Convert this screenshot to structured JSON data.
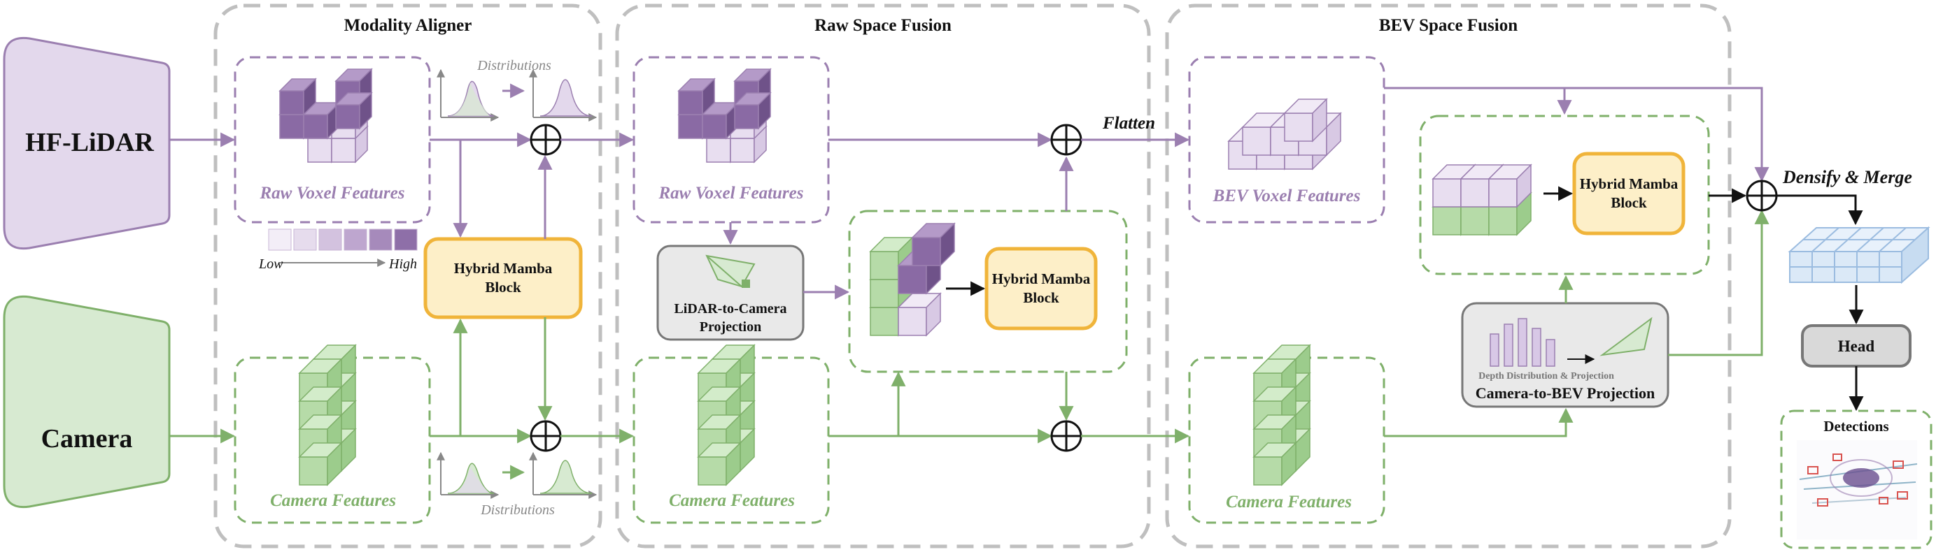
{
  "inputs": {
    "lidar": "HF-LiDAR",
    "camera": "Camera"
  },
  "stages": {
    "aligner": "Modality Aligner",
    "raw_fusion": "Raw Space Fusion",
    "bev_fusion": "BEV Space Fusion"
  },
  "labels": {
    "raw_voxel_features": "Raw Voxel Features",
    "camera_features": "Camera Features",
    "bev_voxel_features": "BEV Voxel Features",
    "distributions": "Distributions",
    "low": "Low",
    "high": "High",
    "flatten": "Flatten",
    "densify_merge": "Densify & Merge",
    "head": "Head",
    "detections": "Detections",
    "hybrid_mamba_line1": "Hybrid Mamba",
    "hybrid_mamba_line2": "Block",
    "lidar_to_camera_line1": "LiDAR-to-Camera",
    "lidar_to_camera_line2": "Projection",
    "depth_distribution": "Depth Distribution & Projection",
    "camera_to_bev": "Camera-to-BEV Projection"
  },
  "colors": {
    "lidar_purple": "#9b7fb0",
    "lidar_fill": "#e3d8ec",
    "camera_green": "#7fb06a",
    "camera_fill": "#d7ead1",
    "mamba_border": "#f0b43a",
    "mamba_fill": "#fdefc8",
    "stage_border": "#bfbfbf",
    "bev_blue": "#dbe9f7"
  }
}
